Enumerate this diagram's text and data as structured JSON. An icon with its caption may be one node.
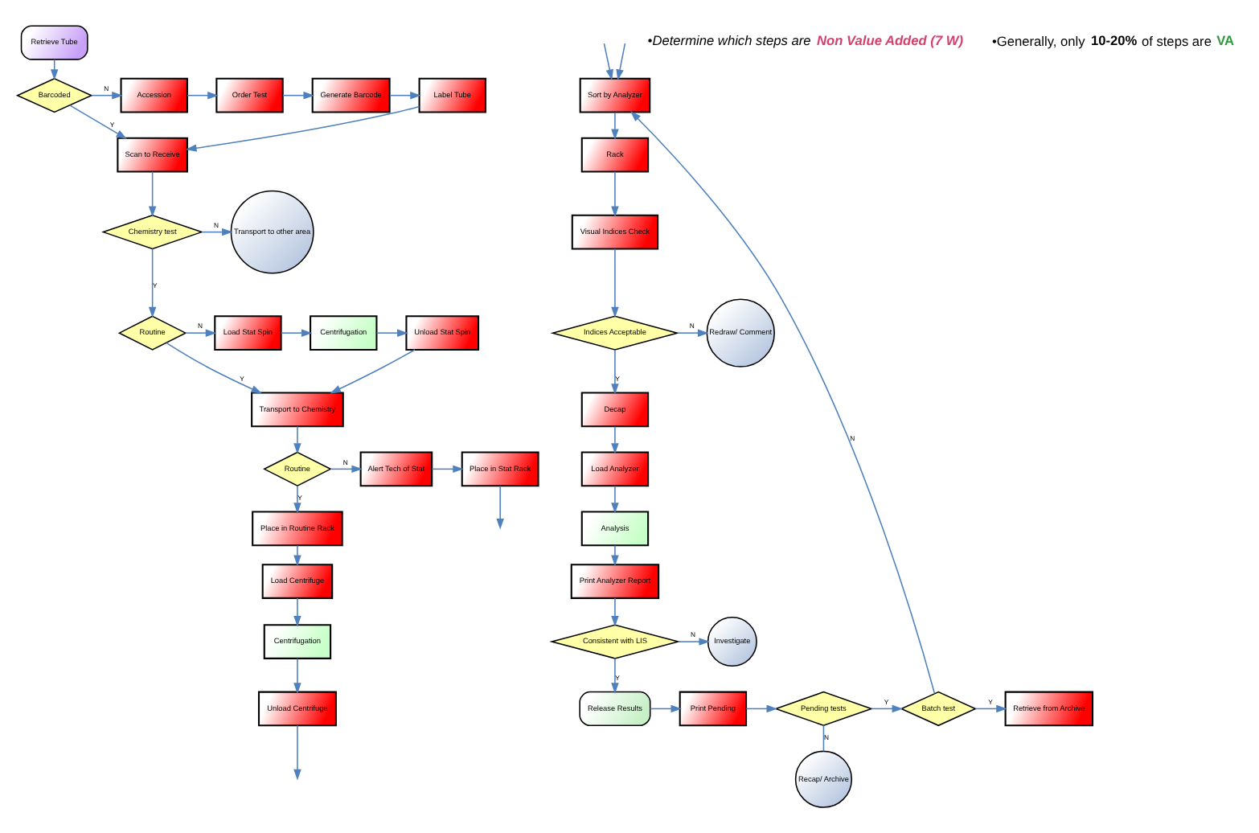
{
  "diagram": {
    "nodes": [
      {
        "text": [
          "Retrieve Tube"
        ]
      },
      {
        "text": [
          "Barcoded"
        ]
      },
      {
        "text": [
          "Accession"
        ]
      },
      {
        "text": [
          "Order Test"
        ]
      },
      {
        "text": [
          "Generate Barcode"
        ]
      },
      {
        "text": [
          "Label Tube"
        ]
      },
      {
        "text": [
          "Scan to Receive"
        ]
      },
      {
        "text": [
          "Chemistry test"
        ]
      },
      {
        "text": [
          "Transport to other area"
        ]
      },
      {
        "text": [
          "Routine"
        ]
      },
      {
        "text": [
          "Load Stat Spin"
        ]
      },
      {
        "text": [
          "Centrifugation"
        ]
      },
      {
        "text": [
          "Unload Stat Spin"
        ]
      },
      {
        "text": [
          "Transport to Chemistry"
        ]
      },
      {
        "text": [
          "Routine"
        ]
      },
      {
        "text": [
          "Alert Tech of Stat"
        ]
      },
      {
        "text": [
          "Place in Stat Rack"
        ]
      },
      {
        "text": [
          "Place in Routine Rack"
        ]
      },
      {
        "text": [
          "Load Centrifuge"
        ]
      },
      {
        "text": [
          "Centrifugation"
        ]
      },
      {
        "text": [
          "Unload Centrifuge"
        ]
      },
      {
        "text": [
          "Sort by Analyzer"
        ]
      },
      {
        "text": [
          "Rack"
        ]
      },
      {
        "text": [
          "Visual Indices Check"
        ]
      },
      {
        "text": [
          "Indices Acceptable"
        ]
      },
      {
        "text": [
          "Redraw/ Comment"
        ]
      },
      {
        "text": [
          "Decap"
        ]
      },
      {
        "text": [
          "Load Analyzer"
        ]
      },
      {
        "text": [
          "Analysis"
        ]
      },
      {
        "text": [
          "Print Analyzer Report"
        ]
      },
      {
        "text": [
          "Consistent with LIS"
        ]
      },
      {
        "text": [
          "Investigate"
        ]
      },
      {
        "text": [
          "Release Results"
        ]
      },
      {
        "text": [
          "Print Pending"
        ]
      },
      {
        "text": [
          "Pending tests"
        ]
      },
      {
        "text": [
          "Recap/ Archive"
        ]
      },
      {
        "text": [
          "Batch test"
        ]
      },
      {
        "text": [
          "Retrieve from Archive"
        ]
      }
    ],
    "edges": [
      {
        "from": 0,
        "to": 1,
        "arrow": "to"
      },
      {
        "from": 1,
        "to": 2,
        "label": "N",
        "arrow": "to"
      },
      {
        "from": 2,
        "to": 3,
        "arrow": "to"
      },
      {
        "from": 3,
        "to": 4,
        "arrow": "to"
      },
      {
        "from": 4,
        "to": 5,
        "arrow": "to"
      },
      {
        "from": 5,
        "to": 6,
        "arrow": "to"
      },
      {
        "from": 1,
        "to": 6,
        "label": "Y",
        "arrow": "to"
      },
      {
        "from": 6,
        "to": 7,
        "arrow": "to"
      },
      {
        "from": 7,
        "to": 8,
        "label": "N",
        "arrow": "to"
      },
      {
        "from": 7,
        "to": 9,
        "label": "Y",
        "arrow": "to"
      },
      {
        "from": 9,
        "to": 10,
        "label": "N",
        "arrow": "to"
      },
      {
        "from": 10,
        "to": 11,
        "arrow": "to"
      },
      {
        "from": 11,
        "to": 12,
        "arrow": "to"
      },
      {
        "from": 12,
        "to": 13,
        "arrow": "to"
      },
      {
        "from": 9,
        "to": 13,
        "label": "Y",
        "arrow": "to"
      },
      {
        "from": 13,
        "to": 14,
        "arrow": "to"
      },
      {
        "from": 14,
        "to": 15,
        "label": "N",
        "arrow": "to"
      },
      {
        "from": 15,
        "to": 16,
        "arrow": "to"
      },
      {
        "from": 14,
        "to": 17,
        "label": "Y",
        "arrow": "to"
      },
      {
        "from": 17,
        "to": 18,
        "arrow": "to"
      },
      {
        "from": 18,
        "to": 19,
        "arrow": "to"
      },
      {
        "from": 19,
        "to": 20,
        "arrow": "to"
      },
      {
        "from": 20,
        "to": null,
        "arrow": "to"
      },
      {
        "from": 16,
        "to": null,
        "arrow": "to"
      },
      {
        "from": null,
        "to": 21,
        "arrow": "to"
      },
      {
        "from": 21,
        "to": 22,
        "arrow": "to"
      },
      {
        "from": 22,
        "to": 23,
        "arrow": "to"
      },
      {
        "from": 23,
        "to": 24,
        "arrow": "to"
      },
      {
        "from": 24,
        "to": 25,
        "label": "N",
        "arrow": "to"
      },
      {
        "from": 24,
        "to": 26,
        "label": "Y",
        "arrow": "to"
      },
      {
        "from": 26,
        "to": 27,
        "arrow": "to"
      },
      {
        "from": 27,
        "to": 28,
        "arrow": "to"
      },
      {
        "from": 28,
        "to": 29,
        "arrow": "to"
      },
      {
        "from": 29,
        "to": 30,
        "arrow": "to"
      },
      {
        "from": 30,
        "to": 31,
        "label": "N",
        "arrow": "to"
      },
      {
        "from": 30,
        "to": 32,
        "label": "Y",
        "arrow": "to"
      },
      {
        "from": 32,
        "to": 33,
        "arrow": "to"
      },
      {
        "from": 33,
        "to": 34,
        "arrow": "to"
      },
      {
        "from": 34,
        "to": 36,
        "label": "Y",
        "arrow": "to"
      },
      {
        "from": 34,
        "to": 35,
        "label": "N",
        "arrow": "none"
      },
      {
        "from": 36,
        "to": 37,
        "label": "Y",
        "arrow": "to"
      },
      {
        "from": 36,
        "to": 21,
        "label": "N",
        "arrow": "to"
      },
      {
        "from": null,
        "to": 21,
        "arrow": "to"
      }
    ],
    "labels": [
      "•Determine which steps are **Non Value Added (7 W)**",
      "•Generally, only **10-20%** of steps are **VA**"
    ]
  }
}
